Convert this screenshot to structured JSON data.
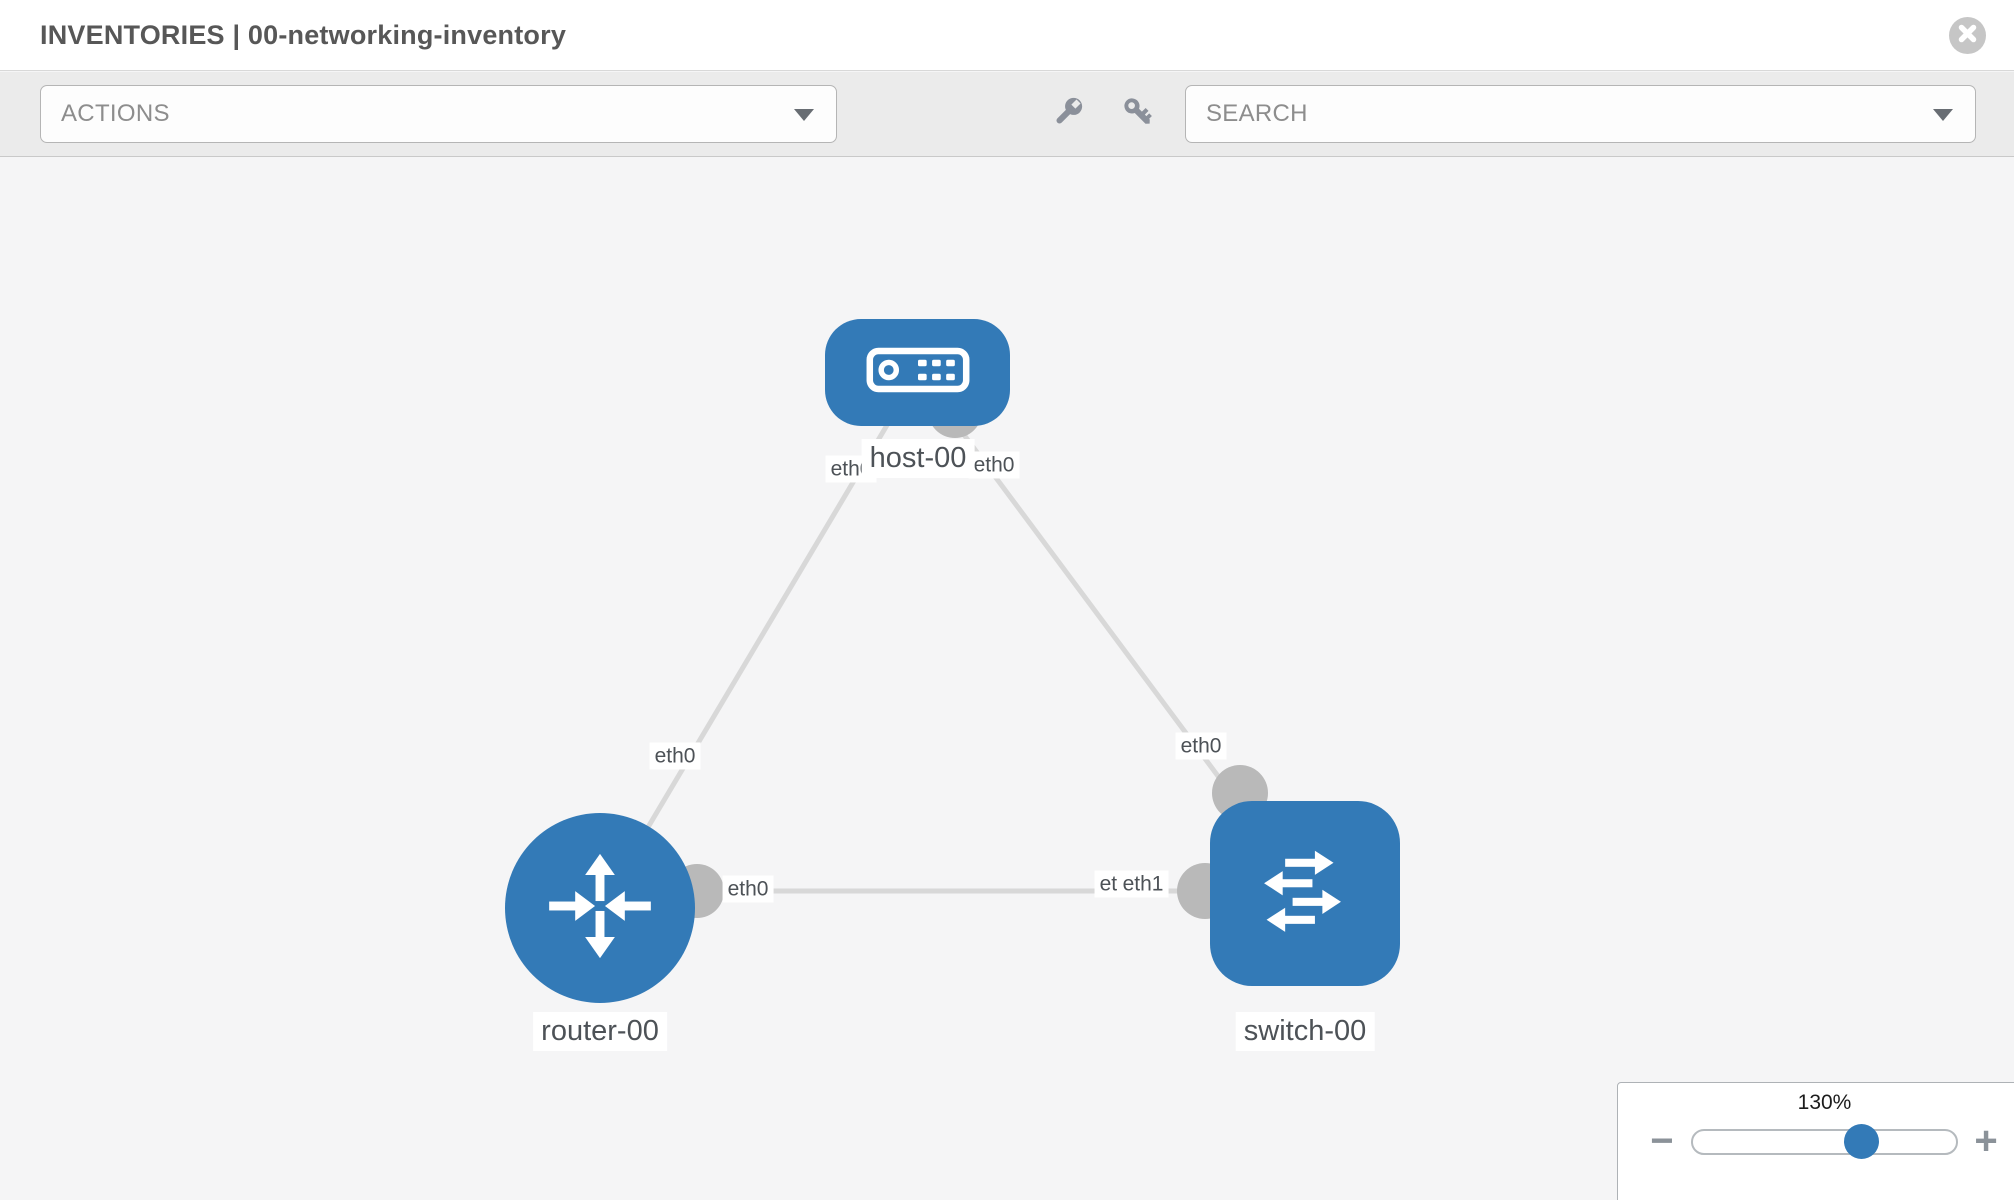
{
  "header": {
    "title": "INVENTORIES | 00-networking-inventory"
  },
  "toolbar": {
    "actions_label": "ACTIONS",
    "search_placeholder": "SEARCH",
    "icons": [
      "wrench-icon",
      "key-icon"
    ]
  },
  "canvas": {
    "nodes": [
      {
        "label": "host-00",
        "type": "host"
      },
      {
        "label": "router-00",
        "type": "router"
      },
      {
        "label": "switch-00",
        "type": "switch"
      }
    ],
    "links": [
      {
        "from": "host-00",
        "to": "router-00",
        "labels": {
          "host_end": "eth0",
          "router_end": "eth0"
        }
      },
      {
        "from": "host-00",
        "to": "switch-00",
        "labels": {
          "host_end": "eth0",
          "switch_end": "eth0"
        }
      },
      {
        "from": "router-00",
        "to": "switch-00",
        "labels": {
          "router_end": "eth0",
          "switch_end_a": "eth0",
          "switch_end_b": "eth1"
        }
      }
    ]
  },
  "zoom_control": {
    "level": "130%",
    "minus": "−",
    "plus": "+"
  },
  "colors": {
    "node_blue": "#337ab7",
    "link_gray": "#d8d8d8",
    "port_gray": "#b9b9b9",
    "toolbar_gray": "#ebebeb",
    "canvas_gray": "#f5f5f6"
  }
}
